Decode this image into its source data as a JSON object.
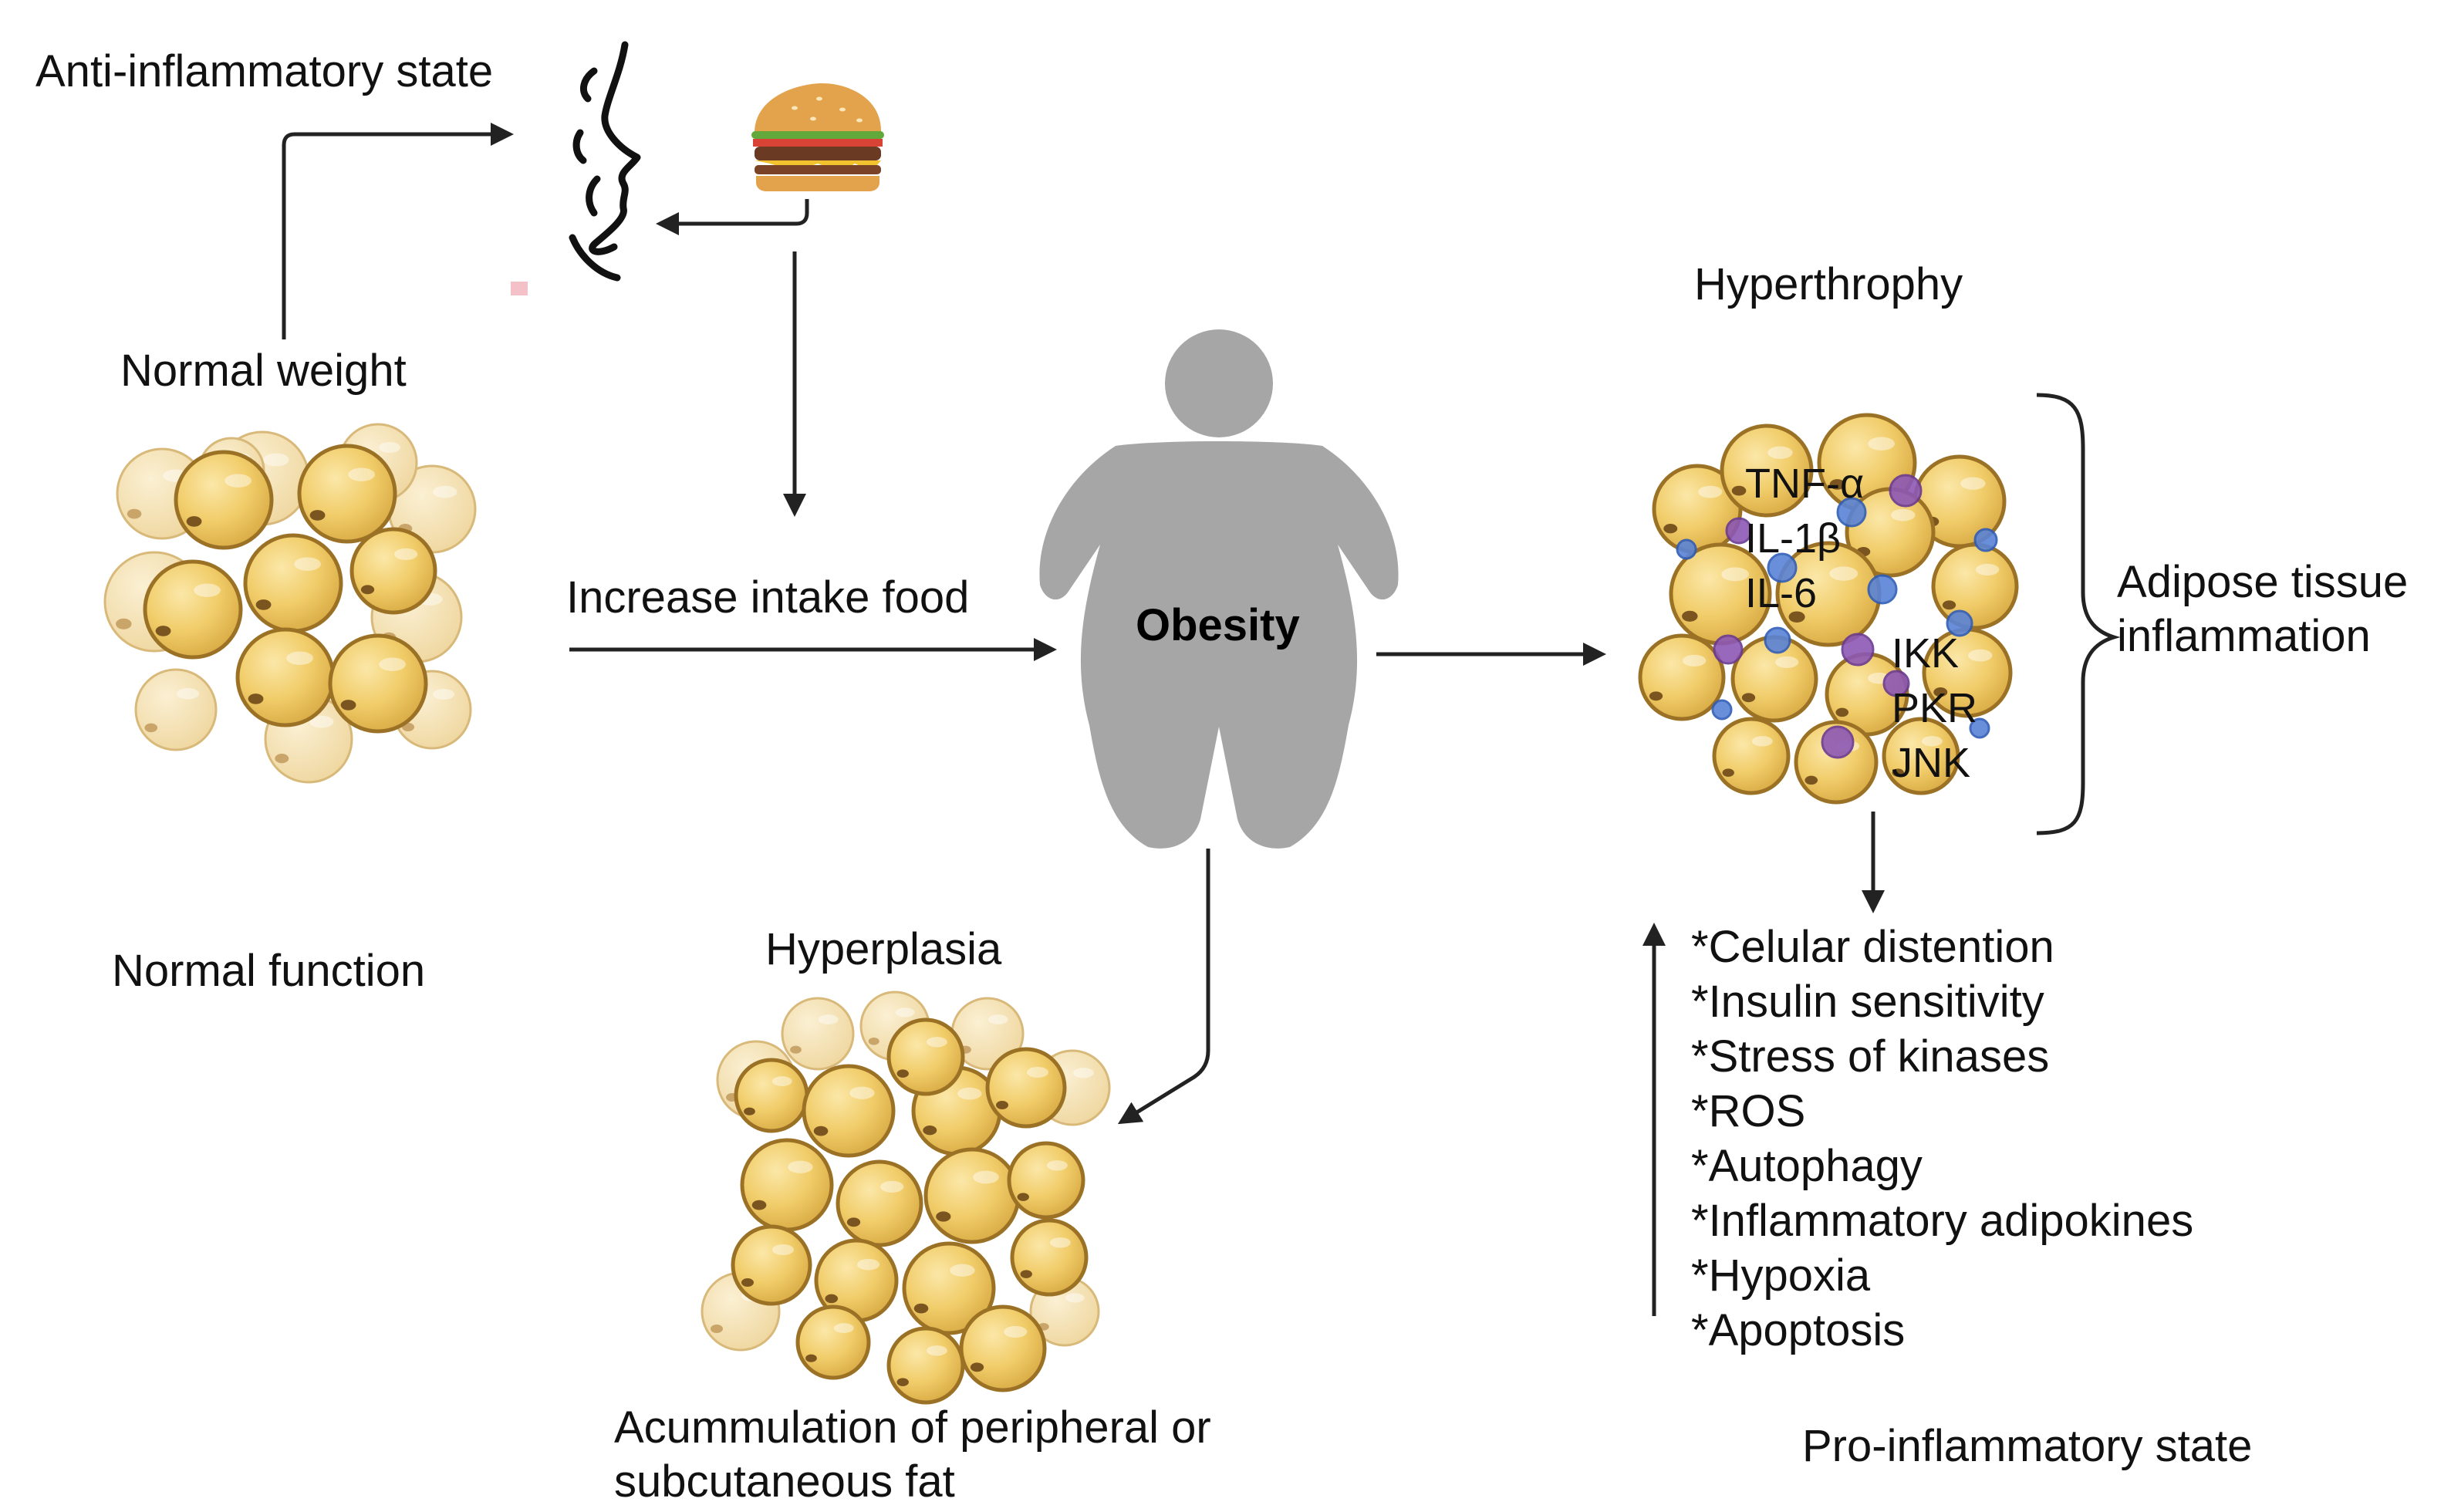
{
  "labels": {
    "anti_inflammatory": "Anti-inflammatory state",
    "normal_weight": "Normal weight",
    "normal_function": "Normal function",
    "increase_intake": "Increase intake food",
    "obesity": "Obesity",
    "hyperplasia": "Hyperplasia",
    "accumulation_line1": "Acummulation of peripheral or",
    "accumulation_line2": "subcutaneous fat",
    "hyperthrophy": "Hyperthrophy",
    "adipose_line1": "Adipose tissue",
    "adipose_line2": "inflammation",
    "pro_inflammatory": "Pro-inflammatory state"
  },
  "markers": {
    "cytokines": [
      "TNF-α",
      "IL-1β",
      "IL-6"
    ],
    "kinases": [
      "IKK",
      "PKR",
      "JNK"
    ]
  },
  "effects": [
    "*Celular distention",
    "*Insulin sensitivity",
    "*Stress of kinases",
    "*ROS",
    "*Autophagy",
    "*Inflammatory adipokines",
    "*Hypoxia",
    "*Apoptosis"
  ],
  "icons": [
    "face-profile-icon",
    "burger-icon",
    "obese-person-icon",
    "adipocyte-cluster-icon",
    "immune-cell-icon"
  ],
  "colors": {
    "fat_cell": "#f1cd6a",
    "fat_cell_pale": "#f6e2b0",
    "fat_cell_outline": "#9b7225",
    "person": "#a6a6a6",
    "arrow": "#222222",
    "immune_purple": "#8d58b5",
    "immune_blue": "#5a83d6"
  }
}
